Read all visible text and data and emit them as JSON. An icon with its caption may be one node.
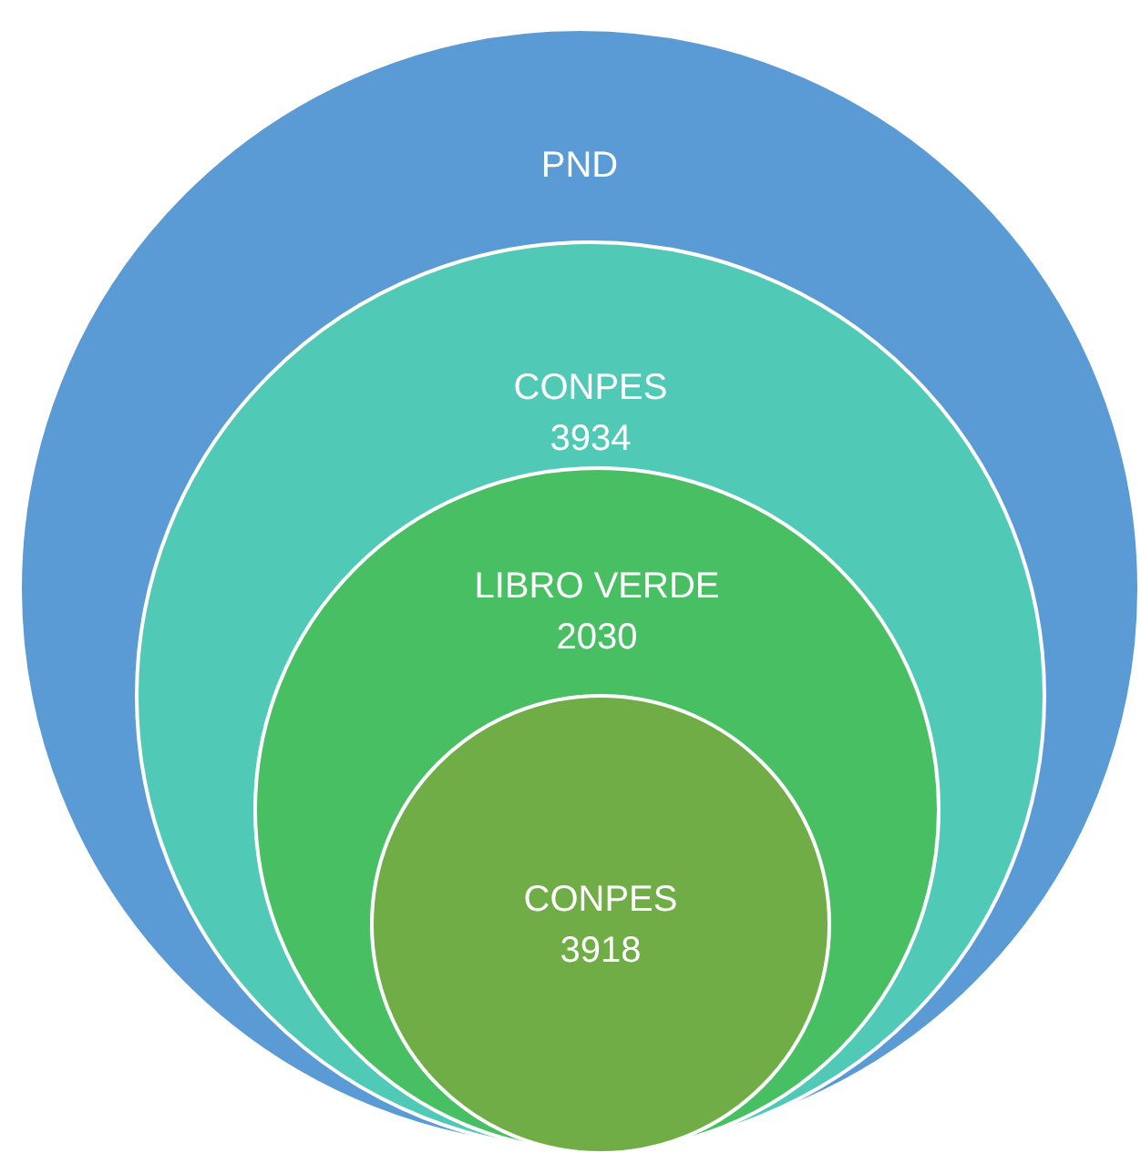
{
  "diagram": {
    "nodes": [
      {
        "text": [
          "PND"
        ]
      },
      {
        "text": [
          "CONPES 3934"
        ],
        "in": 0
      },
      {
        "text": [
          "LIBRO VERDE 2030"
        ],
        "in": 1
      },
      {
        "text": [
          "CONPES 3918"
        ],
        "in": 2
      }
    ]
  }
}
